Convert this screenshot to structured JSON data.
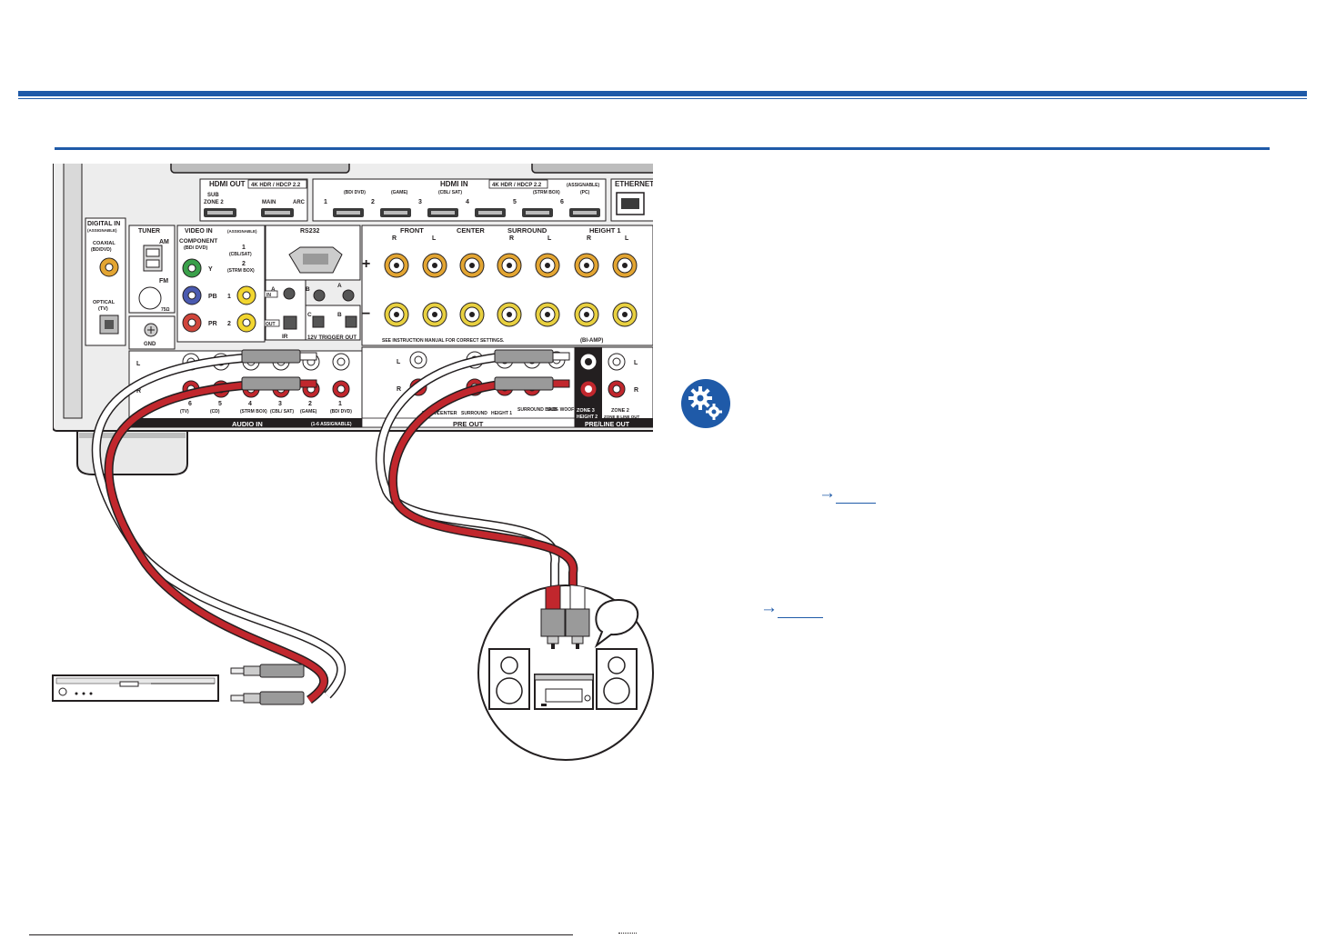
{
  "colors": {
    "accent": "#1f5aa8",
    "cable_red": "#c1272d",
    "cable_white": "#ffffff"
  },
  "panel": {
    "hdmi_out": {
      "title": "HDMI OUT",
      "badge": "4K HDR / HDCP 2.2",
      "sub": "SUB",
      "zone2": "ZONE 2",
      "main": "MAIN",
      "arc": "ARC"
    },
    "hdmi_in": {
      "title": "HDMI IN",
      "badge": "4K HDR / HDCP 2.2",
      "assignable": "(ASSIGNABLE)",
      "ports": [
        {
          "num": "1",
          "tag": "(BD/ DVD)"
        },
        {
          "num": "2",
          "tag": "(GAME)"
        },
        {
          "num": "3",
          "tag": "(CBL/ SAT)"
        },
        {
          "num": "4",
          "tag": ""
        },
        {
          "num": "5",
          "tag": "(STRM BOX)"
        },
        {
          "num": "6",
          "tag": "(PC)"
        }
      ]
    },
    "ethernet": "ETHERNET",
    "digital_in": {
      "title": "DIGITAL IN",
      "assignable": "(ASSIGNABLE)",
      "coaxial": "COAXIAL",
      "coaxial_tag": "(BD/DVD)",
      "optical": "OPTICAL",
      "optical_tag": "(TV)"
    },
    "tuner": {
      "title": "TUNER",
      "am": "AM",
      "fm": "FM",
      "ohm": "75Ω"
    },
    "gnd": "GND",
    "video_in": {
      "title": "VIDEO IN",
      "assignable": "(ASSIGNABLE)",
      "component": "COMPONENT",
      "component_tag": "(BD/ DVD)",
      "y": "Y",
      "pb": "PB",
      "pr": "PR",
      "composite1": "1",
      "composite1_tag": "(CBL/SAT)",
      "composite2": "2",
      "composite2_tag": "(STRM BOX)",
      "c1": "1",
      "c2": "2"
    },
    "rs232": "RS232",
    "ir": {
      "title": "IR",
      "a": "A",
      "b": "B",
      "c": "C",
      "in": "IN",
      "out": "OUT"
    },
    "trigger": "12V TRIGGER OUT",
    "speakers": {
      "front": "FRONT",
      "center": "CENTER",
      "surround": "SURROUND",
      "height1": "HEIGHT 1",
      "r": "R",
      "l": "L",
      "plus": "+",
      "minus": "−",
      "note": "SEE INSTRUCTION MANUAL FOR CORRECT SETTINGS.",
      "biamp": "(BI-AMP)"
    },
    "audio_in": {
      "title": "AUDIO IN",
      "assignable": "(1-6 ASSIGNABLE)",
      "l": "L",
      "r": "R",
      "inputs": [
        {
          "num": "6",
          "tag": "(TV)"
        },
        {
          "num": "5",
          "tag": "(CD)"
        },
        {
          "num": "4",
          "tag": "(STRM BOX)"
        },
        {
          "num": "3",
          "tag": "(CBL/ SAT)"
        },
        {
          "num": "2",
          "tag": "(GAME)"
        },
        {
          "num": "1",
          "tag": "(BD/ DVD)"
        }
      ]
    },
    "pre_out": {
      "title": "PRE OUT",
      "l": "L",
      "r": "R",
      "front": "FRONT",
      "center": "CENTER",
      "surround": "SURROUND",
      "height1": "HEIGHT 1",
      "surround_back": "SURROUND BACK",
      "subwoofer": "SUB- WOOFER"
    },
    "preline_out": {
      "title": "PRE/LINE OUT",
      "zone3": "ZONE 3",
      "zone3_sub": "HEIGHT 2",
      "zone2": "ZONE 2",
      "zone2_sub": "ZONE B LINE OUT",
      "l": "L",
      "r": "R"
    }
  },
  "icons": {
    "gear": "gear-settings-icon"
  },
  "references": [
    {
      "arrow": "→",
      "page": ""
    },
    {
      "arrow": "→",
      "page": ""
    }
  ]
}
